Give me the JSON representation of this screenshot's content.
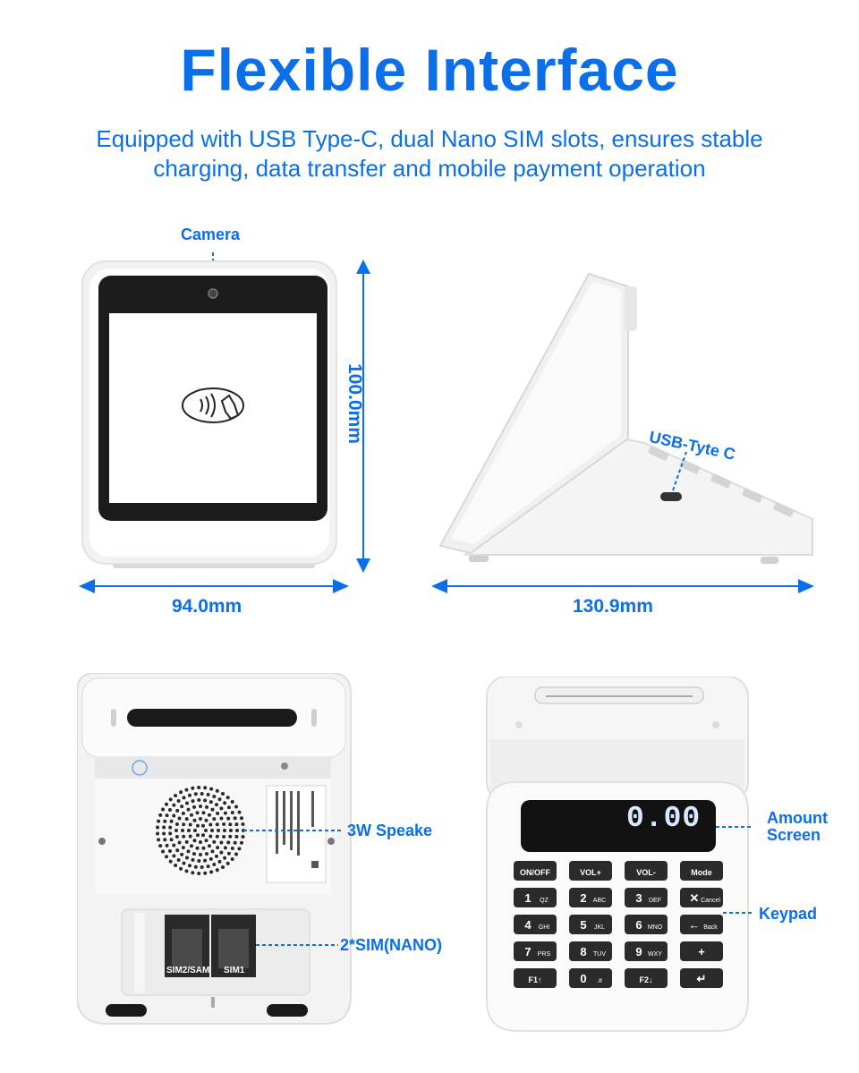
{
  "header": {
    "title": "Flexible Interface",
    "subtitle_line1": "Equipped with USB Type-C, dual Nano SIM slots, ensures stable",
    "subtitle_line2": "charging, data transfer and mobile payment operation"
  },
  "front_view": {
    "camera_label": "Camera",
    "height_dim": "100.0mm",
    "width_dim": "94.0mm"
  },
  "side_view": {
    "usb_label": "USB-Tyte C",
    "length_dim": "130.9mm"
  },
  "back_view": {
    "speaker_label": "3W Speake",
    "sim_label": "2*SIM(NANO)",
    "sim2_slot": "SIM2/SAM",
    "sim1_slot": "SIM1"
  },
  "keypad_view": {
    "amount_label_line1": "Amount",
    "amount_label_line2": "Screen",
    "keypad_label": "Keypad",
    "display_value": "0.00",
    "keys": [
      {
        "main": "ON/OFF",
        "sub": ""
      },
      {
        "main": "VOL+",
        "sub": ""
      },
      {
        "main": "VOL-",
        "sub": ""
      },
      {
        "main": "Mode",
        "sub": ""
      },
      {
        "main": "1",
        "sub": "QZ"
      },
      {
        "main": "2",
        "sub": "ABC"
      },
      {
        "main": "3",
        "sub": "DEF"
      },
      {
        "main": "✕",
        "sub": "Cancel"
      },
      {
        "main": "4",
        "sub": "GHI"
      },
      {
        "main": "5",
        "sub": "JKL"
      },
      {
        "main": "6",
        "sub": "MNO"
      },
      {
        "main": "←",
        "sub": "Back"
      },
      {
        "main": "7",
        "sub": "PRS"
      },
      {
        "main": "8",
        "sub": "TUV"
      },
      {
        "main": "9",
        "sub": "WXY"
      },
      {
        "main": "+",
        "sub": ""
      },
      {
        "main": "F1↑",
        "sub": ""
      },
      {
        "main": "0",
        "sub": ".#"
      },
      {
        "main": "F2↓",
        "sub": ""
      },
      {
        "main": "↵",
        "sub": ""
      }
    ]
  },
  "colors": {
    "accent": "#0a6fe8"
  }
}
